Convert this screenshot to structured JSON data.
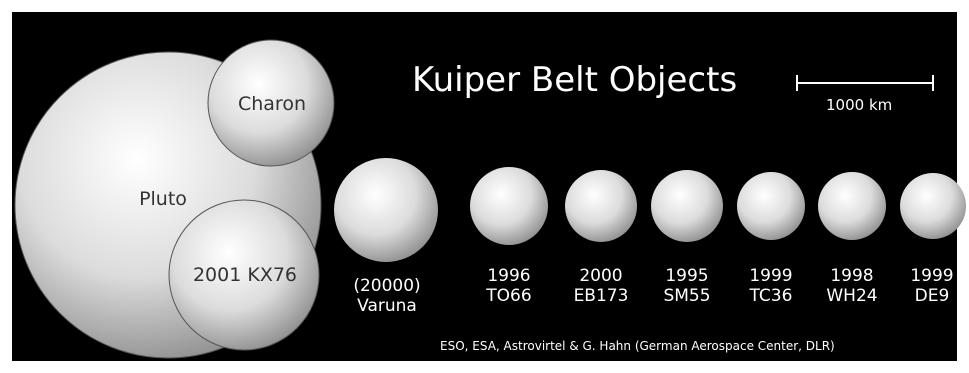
{
  "title": "Kuiper Belt Objects",
  "scale_bar": {
    "label": "1000 km"
  },
  "objects": [
    {
      "id": "pluto",
      "label": "Pluto"
    },
    {
      "id": "charon",
      "label": "Charon"
    },
    {
      "id": "kx76",
      "label": "2001 KX76"
    },
    {
      "id": "varuna",
      "label": "(20000)\nVaruna"
    },
    {
      "id": "to66",
      "label": "1996\nTO66"
    },
    {
      "id": "eb173",
      "label": "2000\nEB173"
    },
    {
      "id": "sm55",
      "label": "1995\nSM55"
    },
    {
      "id": "tc36",
      "label": "1999\nTC36"
    },
    {
      "id": "wh24",
      "label": "1998\nWH24"
    },
    {
      "id": "de9",
      "label": "1999\nDE9"
    }
  ],
  "credit": "ESO, ESA, Astrovirtel & G. Hahn (German Aerospace Center, DLR)"
}
